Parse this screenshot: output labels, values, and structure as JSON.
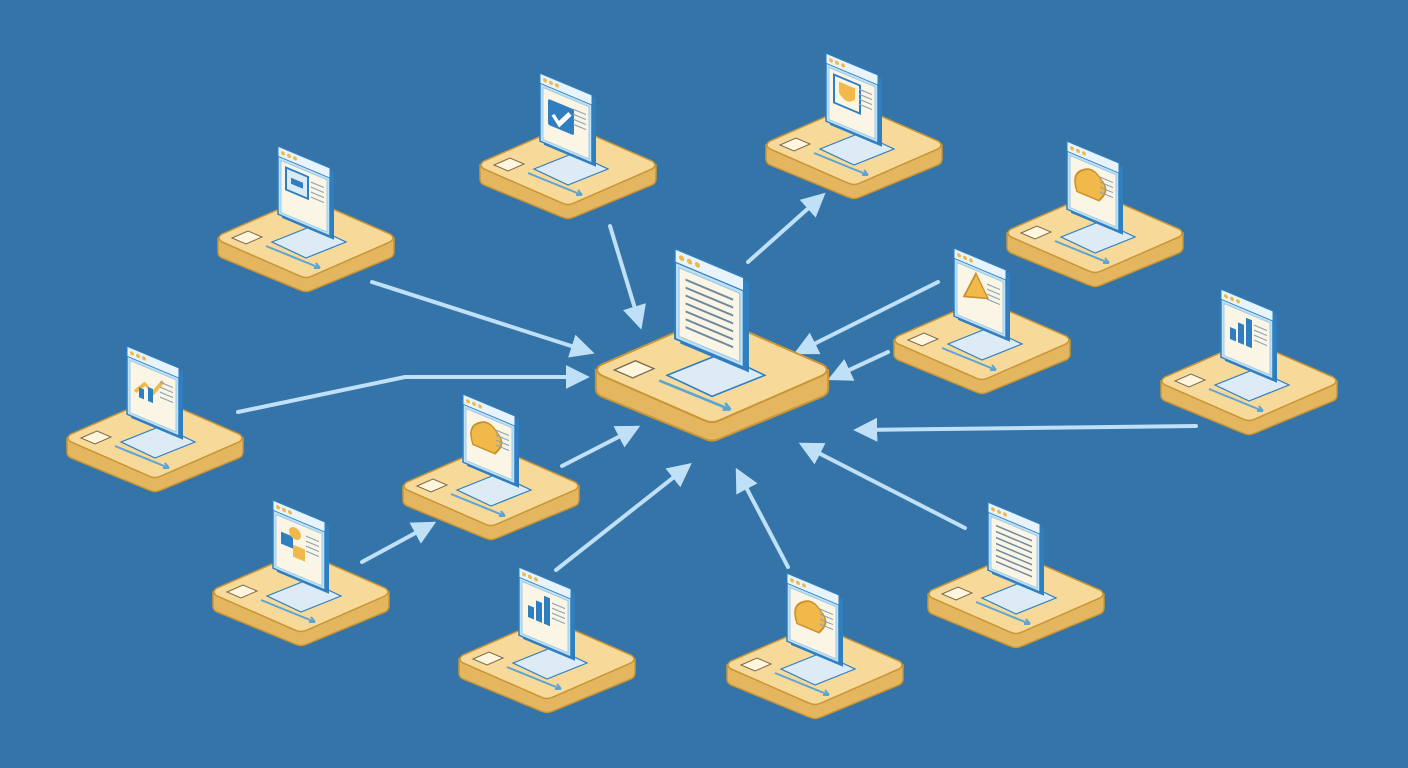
{
  "diagram": {
    "kind": "hub-and-spoke network",
    "colors": {
      "background": "#3574a8",
      "platform_top": "#f7d99a",
      "platform_side": "#e4b65f",
      "platform_outline": "#c99535",
      "window_frame": "#bfe0f6",
      "window_titlebar": "#e8f4fc",
      "window_body": "#fbf5e6",
      "window_edge": "#2f7fc0",
      "arrow": "#bfe0f6",
      "accent": "#f1b84a"
    },
    "hub": {
      "name": "central-hub",
      "icon": "text-lines"
    },
    "nodes": [
      {
        "name": "node-chart-nw",
        "icon": "image-text"
      },
      {
        "name": "node-check-top",
        "icon": "checkmark"
      },
      {
        "name": "node-shield-top",
        "icon": "shield"
      },
      {
        "name": "node-cloud-ne",
        "icon": "cloud"
      },
      {
        "name": "node-triangle-right",
        "icon": "triangle"
      },
      {
        "name": "node-bar-far-right",
        "icon": "bar-chart"
      },
      {
        "name": "node-chart-left",
        "icon": "line-chart"
      },
      {
        "name": "node-cloud-mid",
        "icon": "cloud"
      },
      {
        "name": "node-puzzle-lower-left",
        "icon": "puzzle"
      },
      {
        "name": "node-bar-bottom",
        "icon": "bar-chart"
      },
      {
        "name": "node-cloud-bottom",
        "icon": "cloud"
      },
      {
        "name": "node-text-lower-right",
        "icon": "text-lines"
      }
    ],
    "connections": [
      {
        "from": "node-chart-nw",
        "to": "central-hub"
      },
      {
        "from": "node-check-top",
        "to": "central-hub"
      },
      {
        "from": "central-hub",
        "to": "node-shield-top"
      },
      {
        "from": "node-triangle-right",
        "to": "central-hub"
      },
      {
        "from": "node-triangle-right",
        "to": "central-hub"
      },
      {
        "from": "node-bar-far-right",
        "to": "central-hub"
      },
      {
        "from": "node-chart-left",
        "to": "central-hub"
      },
      {
        "from": "node-cloud-mid",
        "to": "central-hub"
      },
      {
        "from": "node-puzzle-lower-left",
        "to": "node-cloud-mid"
      },
      {
        "from": "node-bar-bottom",
        "to": "central-hub"
      },
      {
        "from": "node-cloud-bottom",
        "to": "central-hub"
      },
      {
        "from": "node-text-lower-right",
        "to": "central-hub"
      }
    ]
  }
}
